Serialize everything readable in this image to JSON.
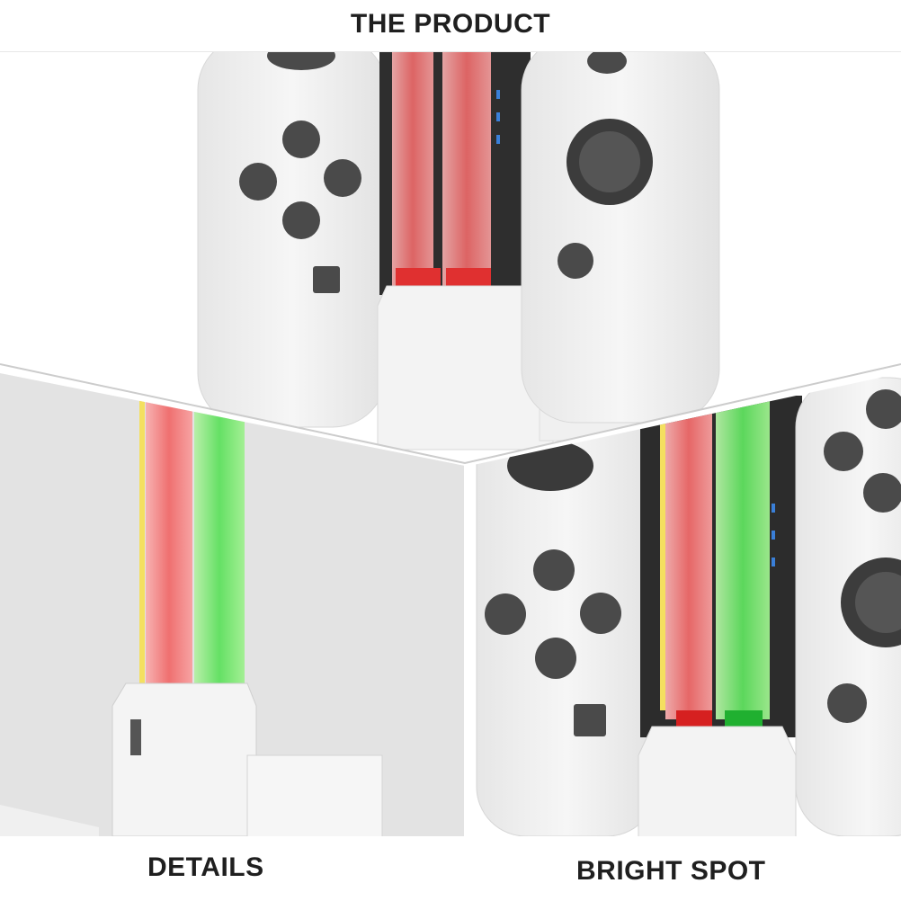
{
  "captions": {
    "top": "THE PRODUCT",
    "bottom_left": "DETAILS",
    "bottom_right": "BRIGHT SPOT"
  },
  "colors": {
    "controller_white": "#f2f2f2",
    "button_dark": "#4a4a4a",
    "light_red": "#f26a6a",
    "light_green": "#5ee05e",
    "background_grey": "#e4e4e4",
    "caption_text": "#1f1f1f"
  }
}
